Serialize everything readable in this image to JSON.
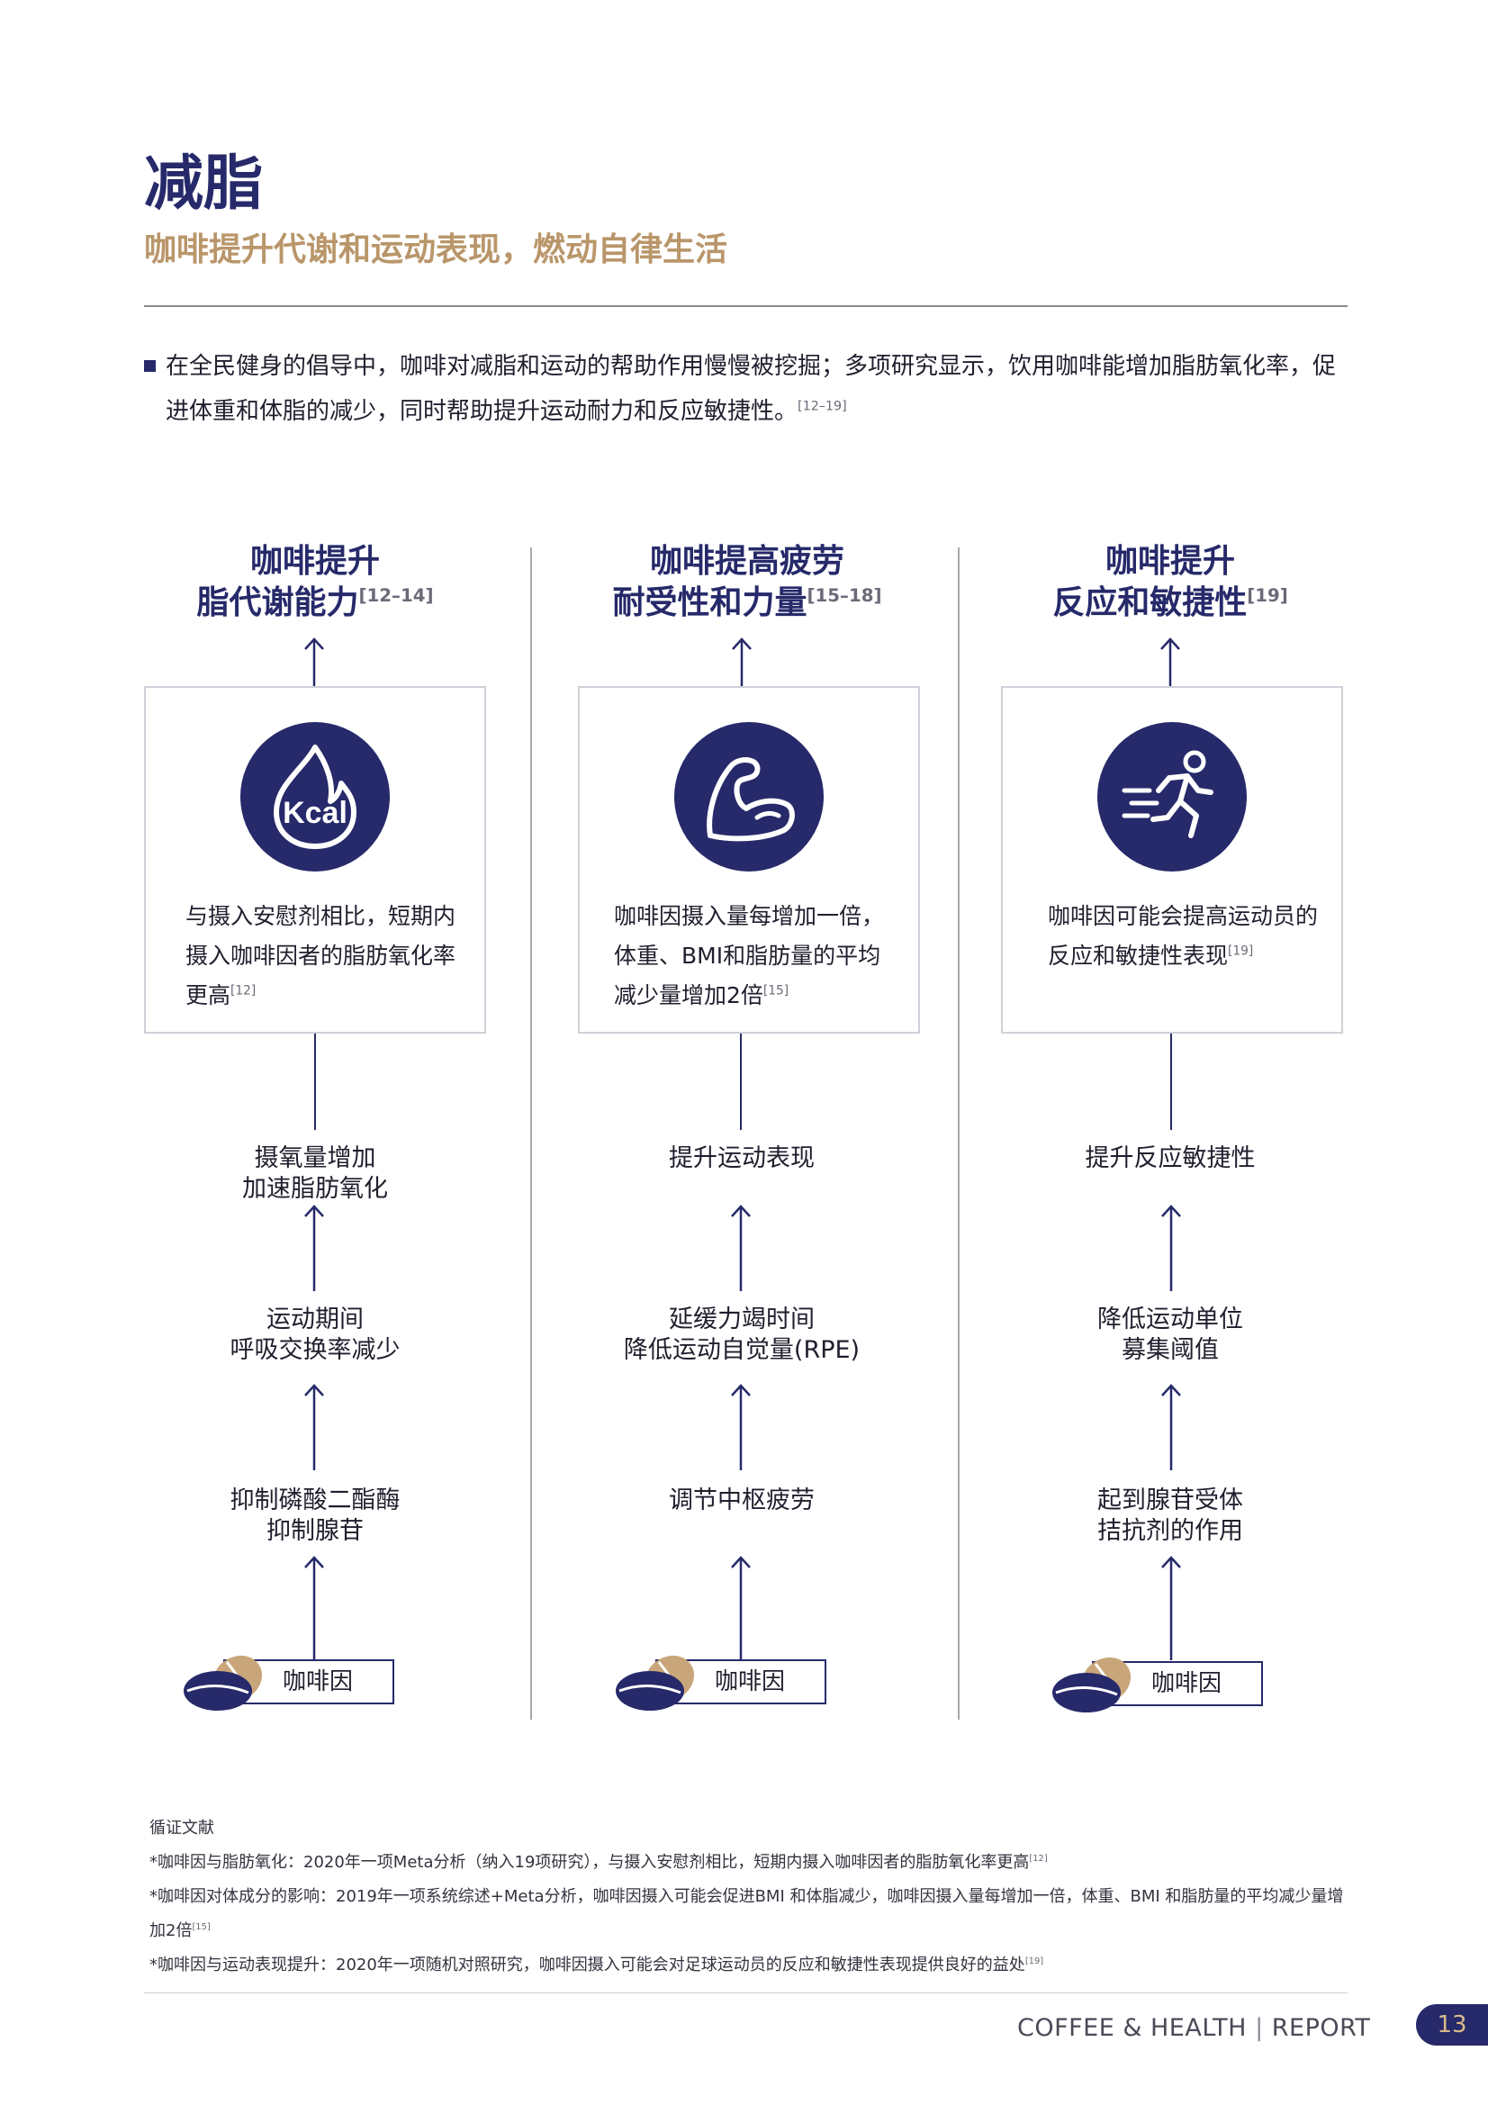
{
  "header": {
    "title": "减脂",
    "subtitle": "咖啡提升代谢和运动表现，燃动自律生活"
  },
  "intro": {
    "text": "在全民健身的倡导中，咖啡对减脂和运动的帮助作用慢慢被挖掘；多项研究显示，饮用咖啡能增加脂肪氧化率，促进体重和体脂的减少，同时帮助提升运动耐力和反应敏捷性。",
    "ref": "[12–19]"
  },
  "columns": [
    {
      "title_line1": "咖啡提升",
      "title_line2": "脂代谢能力",
      "title_ref": "[12–14]",
      "icon": "kcal-flame-icon",
      "icon_label": "Kcal",
      "card_text": "与摄入安慰剂相比，短期内摄入咖啡因者的脂肪氧化率更高",
      "card_ref": "[12]",
      "step3_l1": "摄氧量增加",
      "step3_l2": "加速脂肪氧化",
      "step2_l1": "运动期间",
      "step2_l2": "呼吸交换率减少",
      "step1_l1": "抑制磷酸二酯酶",
      "step1_l2": "抑制腺苷",
      "base": "咖啡因"
    },
    {
      "title_line1": "咖啡提高疲劳",
      "title_line2": "耐受性和力量",
      "title_ref": "[15–18]",
      "icon": "flexed-arm-icon",
      "card_text": "咖啡因摄入量每增加一倍，体重、BMI和脂肪量的平均减少量增加2倍",
      "card_ref": "[15]",
      "step3_l1": "提升运动表现",
      "step3_l2": "",
      "step2_l1": "延缓力竭时间",
      "step2_l2": "降低运动自觉量(RPE)",
      "step1_l1": "调节中枢疲劳",
      "step1_l2": "",
      "base": "咖啡因"
    },
    {
      "title_line1": "咖啡提升",
      "title_line2": "反应和敏捷性",
      "title_ref": "[19]",
      "icon": "running-person-icon",
      "card_text": "咖啡因可能会提高运动员的反应和敏捷性表现",
      "card_ref": "[19]",
      "step3_l1": "提升反应敏捷性",
      "step3_l2": "",
      "step2_l1": "降低运动单位",
      "step2_l2": "募集阈值",
      "step1_l1": "起到腺苷受体",
      "step1_l2": "拮抗剂的作用",
      "base": "咖啡因"
    }
  ],
  "references": {
    "heading": "循证文献",
    "items": [
      {
        "text": "*咖啡因与脂肪氧化：2020年一项Meta分析（纳入19项研究），与摄入安慰剂相比，短期内摄入咖啡因者的脂肪氧化率更高",
        "ref": "[12]"
      },
      {
        "text": "*咖啡因对体成分的影响：2019年一项系统综述+Meta分析，咖啡因摄入可能会促进BMI 和体脂减少，咖啡因摄入量每增加一倍，体重、BMI 和脂肪量的平均减少量增加2倍",
        "ref": "[15]"
      },
      {
        "text": "*咖啡因与运动表现提升：2020年一项随机对照研究，咖啡因摄入可能会对足球运动员的反应和敏捷性表现提供良好的益处",
        "ref": "[19]"
      }
    ]
  },
  "footer": {
    "brand": "COFFEE & HEALTH",
    "section": "REPORT",
    "page": "13"
  },
  "colors": {
    "navy": "#262a6a",
    "gold": "#b9966a",
    "bean_dark": "#262a6a",
    "bean_light": "#c9a67a"
  }
}
